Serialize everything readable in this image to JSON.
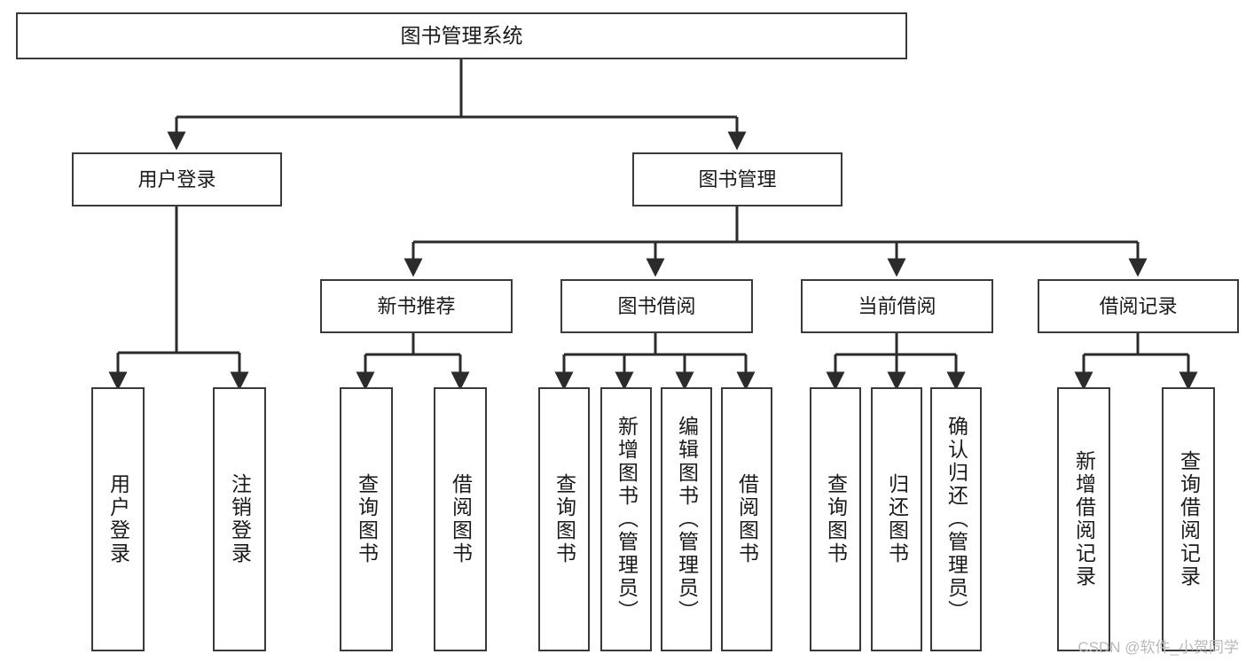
{
  "diagram": {
    "title": "图书管理系统",
    "type": "tree-hierarchy-diagram",
    "colors": {
      "box_border": "#3a3a3a",
      "box_fill": "#ffffff",
      "connector": "#2b2b2b",
      "text": "#1a1a1a",
      "watermark": "#b9b9b9",
      "background": "#ffffff"
    }
  },
  "root": {
    "label": "图书管理系统"
  },
  "level2": [
    {
      "label": "用户登录"
    },
    {
      "label": "图书管理"
    }
  ],
  "level3": [
    {
      "label": "新书推荐"
    },
    {
      "label": "图书借阅"
    },
    {
      "label": "当前借阅"
    },
    {
      "label": "借阅记录"
    }
  ],
  "leaves": {
    "user_login": [
      {
        "label": "用户登录"
      },
      {
        "label": "注销登录"
      }
    ],
    "new_book_recommend": [
      {
        "label": "查询图书"
      },
      {
        "label": "借阅图书"
      }
    ],
    "book_borrow": [
      {
        "label": "查询图书"
      },
      {
        "label": "新增图书（管理员）"
      },
      {
        "label": "编辑图书（管理员）"
      },
      {
        "label": "借阅图书"
      }
    ],
    "current_borrow": [
      {
        "label": "查询图书"
      },
      {
        "label": "归还图书"
      },
      {
        "label": "确认归还（管理员）"
      }
    ],
    "borrow_record": [
      {
        "label": "新增借阅记录"
      },
      {
        "label": "查询借阅记录"
      }
    ]
  },
  "watermark": {
    "text": "CSDN @软件_小贺同学"
  }
}
